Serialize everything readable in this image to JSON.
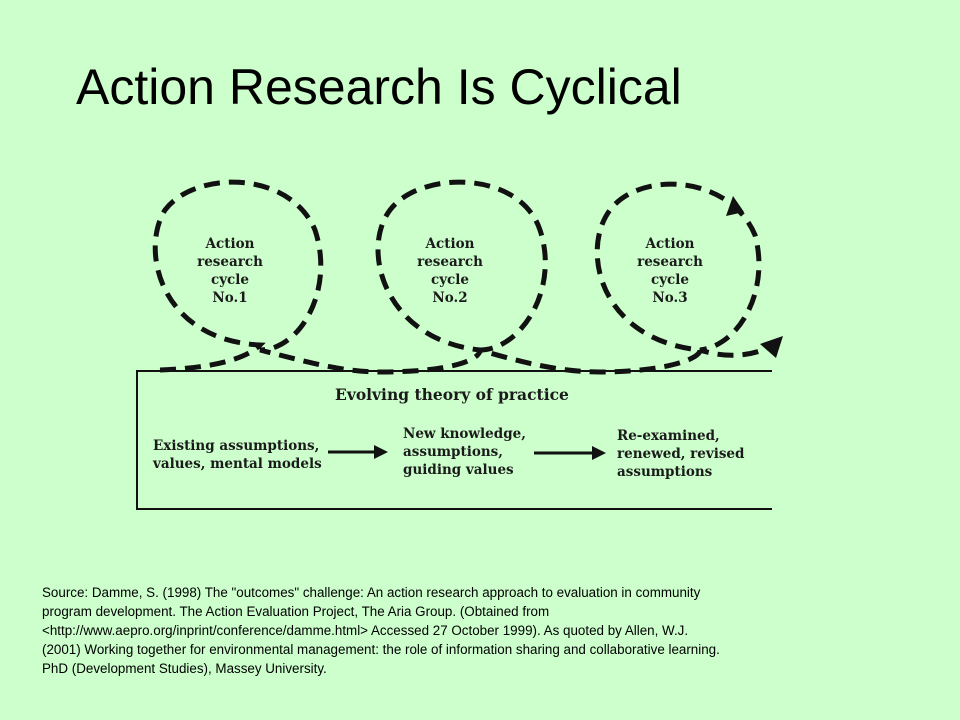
{
  "slide": {
    "title": "Action Research Is Cyclical"
  },
  "diagram": {
    "cycles": [
      {
        "lines": [
          "Action",
          "research",
          "cycle",
          "No.1"
        ]
      },
      {
        "lines": [
          "Action",
          "research",
          "cycle",
          "No.2"
        ]
      },
      {
        "lines": [
          "Action",
          "research",
          "cycle",
          "No.3"
        ]
      }
    ],
    "box_heading": "Evolving theory of practice",
    "stages": [
      {
        "lines": [
          "Existing assumptions,",
          "values, mental models"
        ]
      },
      {
        "lines": [
          "New knowledge,",
          "assumptions,",
          "guiding values"
        ]
      },
      {
        "lines": [
          "Re-examined,",
          "renewed, revised",
          "assumptions"
        ]
      }
    ]
  },
  "source": {
    "lines": [
      "Source: Damme, S. (1998) The \"outcomes\" challenge: An action research approach to evaluation in community",
      "program development. The Action Evaluation Project, The Aria Group. (Obtained from",
      "<http://www.aepro.org/inprint/conference/damme.html> Accessed 27 October 1999).  As quoted by Allen, W.J.",
      "(2001) Working together for environmental management: the role of information sharing and collaborative learning.",
      "PhD (Development Studies), Massey University."
    ]
  }
}
